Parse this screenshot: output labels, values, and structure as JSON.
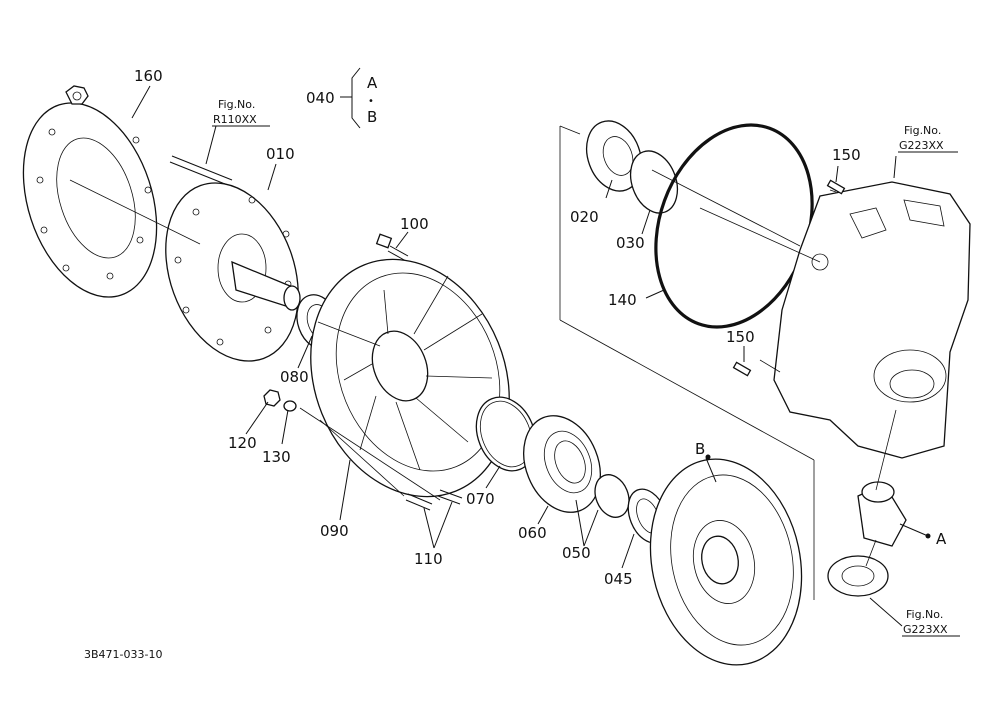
{
  "diagram_id": "3B471-033-10",
  "parts": [
    {
      "no": "160"
    },
    {
      "no": "010"
    },
    {
      "no": "040"
    },
    {
      "no": "100"
    },
    {
      "no": "080"
    },
    {
      "no": "120"
    },
    {
      "no": "130"
    },
    {
      "no": "090"
    },
    {
      "no": "110"
    },
    {
      "no": "070"
    },
    {
      "no": "060"
    },
    {
      "no": "050"
    },
    {
      "no": "045"
    },
    {
      "no": "020"
    },
    {
      "no": "030"
    },
    {
      "no": "140"
    },
    {
      "no": "150"
    },
    {
      "no": "150"
    }
  ],
  "group_040": {
    "a": "A",
    "dot": "•",
    "b": "B"
  },
  "callouts": {
    "a": "A",
    "b": "B"
  },
  "fig_refs": [
    {
      "caption": "Fig.No.",
      "code": "R110XX"
    },
    {
      "caption": "Fig.No.",
      "code": "G223XX"
    },
    {
      "caption": "Fig.No.",
      "code": "G223XX"
    }
  ]
}
